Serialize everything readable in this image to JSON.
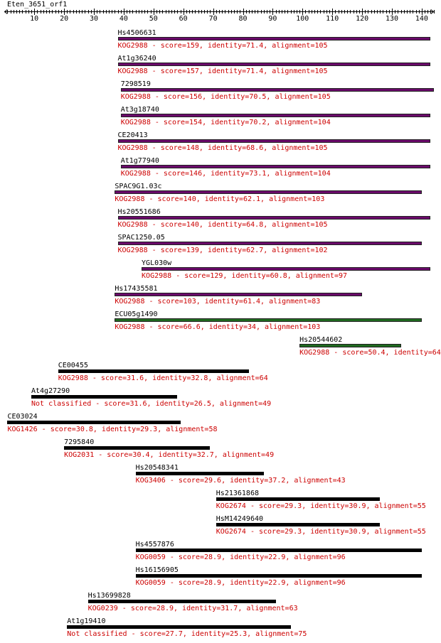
{
  "sequence": {
    "name": "Eten_3651_orf1",
    "length": 143
  },
  "ruler": {
    "labels": [
      "10",
      "20",
      "30",
      "40",
      "50",
      "60",
      "70",
      "80",
      "90",
      "100",
      "110",
      "120",
      "130",
      "140"
    ]
  },
  "colors": {
    "purple": "#6a0a6a",
    "green": "#206a20",
    "black": "#000000",
    "text_red": "#cc0000"
  },
  "hits": [
    {
      "name": "Hs4506631",
      "start": 39,
      "end": 143,
      "color": "purple",
      "desc": "KOG2988 - score=159, identity=71.4, alignment=105"
    },
    {
      "name": "At1g36240",
      "start": 39,
      "end": 143,
      "color": "purple",
      "desc": "KOG2988 - score=157, identity=71.4, alignment=105"
    },
    {
      "name": "7298519",
      "start": 40,
      "end": 144,
      "color": "purple",
      "desc": "KOG2988 - score=156, identity=70.5, alignment=105"
    },
    {
      "name": "At3g18740",
      "start": 40,
      "end": 143,
      "color": "purple",
      "desc": "KOG2988 - score=154, identity=70.2, alignment=104"
    },
    {
      "name": "CE20413",
      "start": 39,
      "end": 143,
      "color": "purple",
      "desc": "KOG2988 - score=148, identity=68.6, alignment=105"
    },
    {
      "name": "At1g77940",
      "start": 40,
      "end": 143,
      "color": "purple",
      "desc": "KOG2988 - score=146, identity=73.1, alignment=104"
    },
    {
      "name": "SPAC9G1.03c",
      "start": 38,
      "end": 140,
      "color": "purple",
      "desc": "KOG2988 - score=140, identity=62.1, alignment=103"
    },
    {
      "name": "Hs20551686",
      "start": 39,
      "end": 143,
      "color": "purple",
      "desc": "KOG2988 - score=140, identity=64.8, alignment=105"
    },
    {
      "name": "SPAC1250.05",
      "start": 39,
      "end": 140,
      "color": "purple",
      "desc": "KOG2988 - score=139, identity=62.7, alignment=102"
    },
    {
      "name": "YGL030w",
      "start": 47,
      "end": 143,
      "color": "purple",
      "desc": "KOG2988 - score=129, identity=60.8, alignment=97"
    },
    {
      "name": "Hs17435581",
      "start": 38,
      "end": 120,
      "color": "purple",
      "desc": "KOG2988 - score=103, identity=61.4, alignment=83"
    },
    {
      "name": "ECU05g1490",
      "start": 38,
      "end": 140,
      "color": "green",
      "desc": "KOG2988 - score=66.6, identity=34, alignment=103"
    },
    {
      "name": "Hs20544602",
      "start": 100,
      "end": 133,
      "color": "green",
      "desc": "KOG2988 - score=50.4, identity=64"
    },
    {
      "name": "CE00455",
      "start": 19,
      "end": 82,
      "color": "black",
      "desc": "KOG2988 - score=31.6, identity=32.8, alignment=64"
    },
    {
      "name": "At4g27290",
      "start": 10,
      "end": 58,
      "color": "black",
      "desc": "Not classified - score=31.6, identity=26.5, alignment=49"
    },
    {
      "name": "CE03024",
      "start": 2,
      "end": 59,
      "color": "black",
      "desc": "KOG1426 - score=30.8, identity=29.3, alignment=58"
    },
    {
      "name": "7295840",
      "start": 21,
      "end": 69,
      "color": "black",
      "desc": "KOG2031 - score=30.4, identity=32.7, alignment=49"
    },
    {
      "name": "Hs20548341",
      "start": 45,
      "end": 87,
      "color": "black",
      "desc": "KOG3406 - score=29.6, identity=37.2, alignment=43"
    },
    {
      "name": "Hs21361868",
      "start": 72,
      "end": 126,
      "color": "black",
      "desc": "KOG2674 - score=29.3, identity=30.9, alignment=55"
    },
    {
      "name": "HsM14249640",
      "start": 72,
      "end": 126,
      "color": "black",
      "desc": "KOG2674 - score=29.3, identity=30.9, alignment=55"
    },
    {
      "name": "Hs4557876",
      "start": 45,
      "end": 140,
      "color": "black",
      "desc": "KOG0059 - score=28.9, identity=22.9, alignment=96"
    },
    {
      "name": "Hs16156905",
      "start": 45,
      "end": 140,
      "color": "black",
      "desc": "KOG0059 - score=28.9, identity=22.9, alignment=96"
    },
    {
      "name": "Hs13699828",
      "start": 29,
      "end": 91,
      "color": "black",
      "desc": "KOG0239 - score=28.9, identity=31.7, alignment=63"
    },
    {
      "name": "At1g19410",
      "start": 22,
      "end": 96,
      "color": "black",
      "desc": "Not classified - score=27.7, identity=25.3, alignment=75"
    }
  ]
}
